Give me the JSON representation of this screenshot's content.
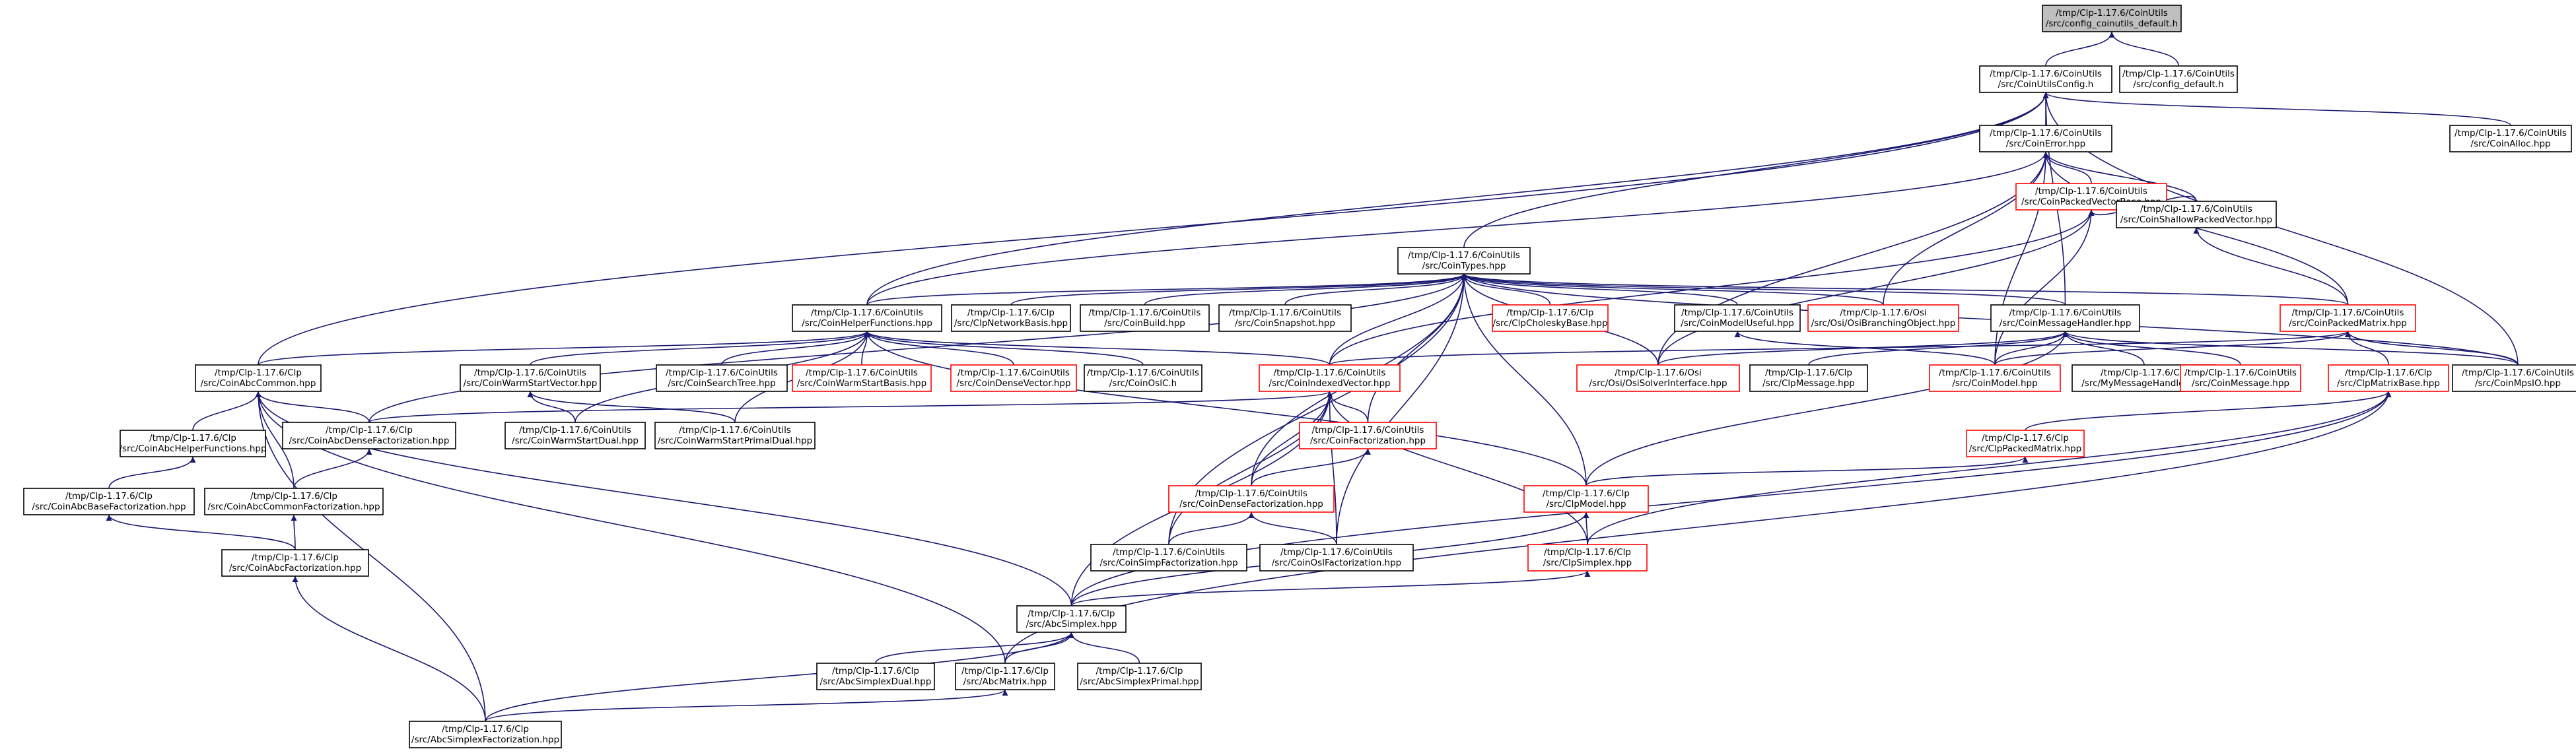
{
  "nodes": [
    {
      "id": "config_default",
      "lines": [
        "/tmp/Clp-1.17.6/CoinUtils",
        "/src/config_coinutils_default.h"
      ],
      "highlight": true,
      "red": false
    },
    {
      "id": "CoinUtilsConfig",
      "lines": [
        "/tmp/Clp-1.17.6/CoinUtils",
        "/src/CoinUtilsConfig.h"
      ],
      "highlight": false,
      "red": false
    },
    {
      "id": "config_default_h",
      "lines": [
        "/tmp/Clp-1.17.6/CoinUtils",
        "/src/config_default.h"
      ],
      "highlight": false,
      "red": false
    },
    {
      "id": "CoinError",
      "lines": [
        "/tmp/Clp-1.17.6/CoinUtils",
        "/src/CoinError.hpp"
      ],
      "highlight": false,
      "red": false
    },
    {
      "id": "CoinAlloc",
      "lines": [
        "/tmp/Clp-1.17.6/CoinUtils",
        "/src/CoinAlloc.hpp"
      ],
      "highlight": false,
      "red": false
    },
    {
      "id": "CoinPackedVectorBase",
      "lines": [
        "/tmp/Clp-1.17.6/CoinUtils",
        "/src/CoinPackedVectorBase.hpp"
      ],
      "highlight": false,
      "red": true
    },
    {
      "id": "CoinTypes",
      "lines": [
        "/tmp/Clp-1.17.6/CoinUtils",
        "/src/CoinTypes.hpp"
      ],
      "highlight": false,
      "red": false
    },
    {
      "id": "CoinShallowPackedVector",
      "lines": [
        "/tmp/Clp-1.17.6/CoinUtils",
        "/src/CoinShallowPackedVector.hpp"
      ],
      "highlight": false,
      "red": false
    },
    {
      "id": "CoinHelperFunctions",
      "lines": [
        "/tmp/Clp-1.17.6/CoinUtils",
        "/src/CoinHelperFunctions.hpp"
      ],
      "highlight": false,
      "red": false
    },
    {
      "id": "ClpNetworkBasis",
      "lines": [
        "/tmp/Clp-1.17.6/Clp",
        "/src/ClpNetworkBasis.hpp"
      ],
      "highlight": false,
      "red": false
    },
    {
      "id": "CoinBuild",
      "lines": [
        "/tmp/Clp-1.17.6/CoinUtils",
        "/src/CoinBuild.hpp"
      ],
      "highlight": false,
      "red": false
    },
    {
      "id": "CoinSnapshot",
      "lines": [
        "/tmp/Clp-1.17.6/CoinUtils",
        "/src/CoinSnapshot.hpp"
      ],
      "highlight": false,
      "red": false
    },
    {
      "id": "ClpCholeskyBase",
      "lines": [
        "/tmp/Clp-1.17.6/Clp",
        "/src/ClpCholeskyBase.hpp"
      ],
      "highlight": false,
      "red": true
    },
    {
      "id": "CoinModelUseful",
      "lines": [
        "/tmp/Clp-1.17.6/CoinUtils",
        "/src/CoinModelUseful.hpp"
      ],
      "highlight": false,
      "red": false
    },
    {
      "id": "OsiBranchingObject",
      "lines": [
        "/tmp/Clp-1.17.6/Osi",
        "/src/Osi/OsiBranchingObject.hpp"
      ],
      "highlight": false,
      "red": true
    },
    {
      "id": "CoinMessageHandler",
      "lines": [
        "/tmp/Clp-1.17.6/CoinUtils",
        "/src/CoinMessageHandler.hpp"
      ],
      "highlight": false,
      "red": false
    },
    {
      "id": "CoinPackedMatrix",
      "lines": [
        "/tmp/Clp-1.17.6/CoinUtils",
        "/src/CoinPackedMatrix.hpp"
      ],
      "highlight": false,
      "red": true
    },
    {
      "id": "CoinAbcCommon",
      "lines": [
        "/tmp/Clp-1.17.6/Clp",
        "/src/CoinAbcCommon.hpp"
      ],
      "highlight": false,
      "red": false
    },
    {
      "id": "CoinWarmStartVector",
      "lines": [
        "/tmp/Clp-1.17.6/CoinUtils",
        "/src/CoinWarmStartVector.hpp"
      ],
      "highlight": false,
      "red": false
    },
    {
      "id": "CoinSearchTree",
      "lines": [
        "/tmp/Clp-1.17.6/CoinUtils",
        "/src/CoinSearchTree.hpp"
      ],
      "highlight": false,
      "red": false
    },
    {
      "id": "CoinWarmStartBasis",
      "lines": [
        "/tmp/Clp-1.17.6/CoinUtils",
        "/src/CoinWarmStartBasis.hpp"
      ],
      "highlight": false,
      "red": true
    },
    {
      "id": "CoinDenseVector",
      "lines": [
        "/tmp/Clp-1.17.6/CoinUtils",
        "/src/CoinDenseVector.hpp"
      ],
      "highlight": false,
      "red": true
    },
    {
      "id": "CoinOslC",
      "lines": [
        "/tmp/Clp-1.17.6/CoinUtils",
        "/src/CoinOslC.h"
      ],
      "highlight": false,
      "red": false
    },
    {
      "id": "CoinIndexedVector",
      "lines": [
        "/tmp/Clp-1.17.6/CoinUtils",
        "/src/CoinIndexedVector.hpp"
      ],
      "highlight": false,
      "red": true
    },
    {
      "id": "OsiSolverInterface",
      "lines": [
        "/tmp/Clp-1.17.6/Osi",
        "/src/Osi/OsiSolverInterface.hpp"
      ],
      "highlight": false,
      "red": true
    },
    {
      "id": "ClpMessage",
      "lines": [
        "/tmp/Clp-1.17.6/Clp",
        "/src/ClpMessage.hpp"
      ],
      "highlight": false,
      "red": false
    },
    {
      "id": "CoinModel",
      "lines": [
        "/tmp/Clp-1.17.6/CoinUtils",
        "/src/CoinModel.hpp"
      ],
      "highlight": false,
      "red": true
    },
    {
      "id": "MyMessageHandler",
      "lines": [
        "/tmp/Clp-1.17.6/Clp",
        "/src/MyMessageHandler.hpp"
      ],
      "highlight": false,
      "red": false
    },
    {
      "id": "CoinMessage",
      "lines": [
        "/tmp/Clp-1.17.6/CoinUtils",
        "/src/CoinMessage.hpp"
      ],
      "highlight": false,
      "red": true
    },
    {
      "id": "ClpMatrixBase",
      "lines": [
        "/tmp/Clp-1.17.6/Clp",
        "/src/ClpMatrixBase.hpp"
      ],
      "highlight": false,
      "red": true
    },
    {
      "id": "CoinMpsIO",
      "lines": [
        "/tmp/Clp-1.17.6/CoinUtils",
        "/src/CoinMpsIO.hpp"
      ],
      "highlight": false,
      "red": false
    },
    {
      "id": "CoinAbcHelperFunctions",
      "lines": [
        "/tmp/Clp-1.17.6/Clp",
        "/src/CoinAbcHelperFunctions.hpp"
      ],
      "highlight": false,
      "red": false
    },
    {
      "id": "CoinAbcDenseFactorization",
      "lines": [
        "/tmp/Clp-1.17.6/Clp",
        "/src/CoinAbcDenseFactorization.hpp"
      ],
      "highlight": false,
      "red": false
    },
    {
      "id": "CoinWarmStartDual",
      "lines": [
        "/tmp/Clp-1.17.6/CoinUtils",
        "/src/CoinWarmStartDual.hpp"
      ],
      "highlight": false,
      "red": false
    },
    {
      "id": "CoinWarmStartPrimalDual",
      "lines": [
        "/tmp/Clp-1.17.6/CoinUtils",
        "/src/CoinWarmStartPrimalDual.hpp"
      ],
      "highlight": false,
      "red": false
    },
    {
      "id": "CoinFactorization",
      "lines": [
        "/tmp/Clp-1.17.6/CoinUtils",
        "/src/CoinFactorization.hpp"
      ],
      "highlight": false,
      "red": true
    },
    {
      "id": "ClpPackedMatrix",
      "lines": [
        "/tmp/Clp-1.17.6/Clp",
        "/src/ClpPackedMatrix.hpp"
      ],
      "highlight": false,
      "red": true
    },
    {
      "id": "CoinAbcBaseFactorization",
      "lines": [
        "/tmp/Clp-1.17.6/Clp",
        "/src/CoinAbcBaseFactorization.hpp"
      ],
      "highlight": false,
      "red": false
    },
    {
      "id": "CoinAbcCommonFactorization",
      "lines": [
        "/tmp/Clp-1.17.6/Clp",
        "/src/CoinAbcCommonFactorization.hpp"
      ],
      "highlight": false,
      "red": false
    },
    {
      "id": "CoinDenseFactorization",
      "lines": [
        "/tmp/Clp-1.17.6/CoinUtils",
        "/src/CoinDenseFactorization.hpp"
      ],
      "highlight": false,
      "red": true
    },
    {
      "id": "ClpModel",
      "lines": [
        "/tmp/Clp-1.17.6/Clp",
        "/src/ClpModel.hpp"
      ],
      "highlight": false,
      "red": true
    },
    {
      "id": "CoinAbcFactorization",
      "lines": [
        "/tmp/Clp-1.17.6/Clp",
        "/src/CoinAbcFactorization.hpp"
      ],
      "highlight": false,
      "red": false
    },
    {
      "id": "CoinSimpFactorization",
      "lines": [
        "/tmp/Clp-1.17.6/CoinUtils",
        "/src/CoinSimpFactorization.hpp"
      ],
      "highlight": false,
      "red": false
    },
    {
      "id": "CoinOslFactorization",
      "lines": [
        "/tmp/Clp-1.17.6/CoinUtils",
        "/src/CoinOslFactorization.hpp"
      ],
      "highlight": false,
      "red": false
    },
    {
      "id": "ClpSimplex",
      "lines": [
        "/tmp/Clp-1.17.6/Clp",
        "/src/ClpSimplex.hpp"
      ],
      "highlight": false,
      "red": true
    },
    {
      "id": "AbcSimplex",
      "lines": [
        "/tmp/Clp-1.17.6/Clp",
        "/src/AbcSimplex.hpp"
      ],
      "highlight": false,
      "red": false
    },
    {
      "id": "AbcSimplexDual",
      "lines": [
        "/tmp/Clp-1.17.6/Clp",
        "/src/AbcSimplexDual.hpp"
      ],
      "highlight": false,
      "red": false
    },
    {
      "id": "AbcMatrix",
      "lines": [
        "/tmp/Clp-1.17.6/Clp",
        "/src/AbcMatrix.hpp"
      ],
      "highlight": false,
      "red": false
    },
    {
      "id": "AbcSimplexPrimal",
      "lines": [
        "/tmp/Clp-1.17.6/Clp",
        "/src/AbcSimplexPrimal.hpp"
      ],
      "highlight": false,
      "red": false
    },
    {
      "id": "AbcSimplexFactorization",
      "lines": [
        "/tmp/Clp-1.17.6/Clp",
        "/src/AbcSimplexFactorization.hpp"
      ],
      "highlight": false,
      "red": false
    }
  ],
  "edges": [
    [
      "config_default",
      "CoinUtilsConfig"
    ],
    [
      "config_default",
      "config_default_h"
    ],
    [
      "CoinUtilsConfig",
      "CoinError"
    ],
    [
      "CoinUtilsConfig",
      "CoinAlloc"
    ],
    [
      "CoinUtilsConfig",
      "CoinTypes"
    ],
    [
      "CoinUtilsConfig",
      "CoinHelperFunctions"
    ],
    [
      "CoinUtilsConfig",
      "CoinAbcCommon"
    ],
    [
      "CoinUtilsConfig",
      "CoinMessageHandler"
    ],
    [
      "CoinUtilsConfig",
      "CoinMpsIO"
    ],
    [
      "CoinError",
      "CoinPackedVectorBase"
    ],
    [
      "CoinError",
      "CoinShallowPackedVector"
    ],
    [
      "CoinError",
      "CoinHelperFunctions"
    ],
    [
      "CoinError",
      "OsiBranchingObject"
    ],
    [
      "CoinError",
      "CoinPackedMatrix"
    ],
    [
      "CoinError",
      "OsiSolverInterface"
    ],
    [
      "CoinError",
      "CoinModel"
    ],
    [
      "CoinPackedVectorBase",
      "CoinShallowPackedVector"
    ],
    [
      "CoinPackedVectorBase",
      "CoinIndexedVector"
    ],
    [
      "CoinPackedVectorBase",
      "OsiSolverInterface"
    ],
    [
      "CoinPackedVectorBase",
      "CoinModel"
    ],
    [
      "CoinShallowPackedVector",
      "CoinPackedMatrix"
    ],
    [
      "CoinTypes",
      "CoinHelperFunctions"
    ],
    [
      "CoinTypes",
      "ClpNetworkBasis"
    ],
    [
      "CoinTypes",
      "CoinBuild"
    ],
    [
      "CoinTypes",
      "CoinSnapshot"
    ],
    [
      "CoinTypes",
      "ClpCholeskyBase"
    ],
    [
      "CoinTypes",
      "CoinModelUseful"
    ],
    [
      "CoinTypes",
      "OsiBranchingObject"
    ],
    [
      "CoinTypes",
      "CoinMessageHandler"
    ],
    [
      "CoinTypes",
      "CoinPackedMatrix"
    ],
    [
      "CoinTypes",
      "CoinIndexedVector"
    ],
    [
      "CoinTypes",
      "OsiSolverInterface"
    ],
    [
      "CoinTypes",
      "CoinFactorization"
    ],
    [
      "CoinTypes",
      "ClpModel"
    ],
    [
      "CoinTypes",
      "CoinDenseFactorization"
    ],
    [
      "CoinTypes",
      "CoinOslFactorization"
    ],
    [
      "CoinTypes",
      "CoinSimpFactorization"
    ],
    [
      "CoinTypes",
      "CoinAbcDenseFactorization"
    ],
    [
      "CoinTypes",
      "CoinMpsIO"
    ],
    [
      "CoinHelperFunctions",
      "CoinAbcCommon"
    ],
    [
      "CoinHelperFunctions",
      "CoinWarmStartVector"
    ],
    [
      "CoinHelperFunctions",
      "CoinSearchTree"
    ],
    [
      "CoinHelperFunctions",
      "CoinWarmStartBasis"
    ],
    [
      "CoinHelperFunctions",
      "CoinDenseVector"
    ],
    [
      "CoinHelperFunctions",
      "CoinOslC"
    ],
    [
      "CoinHelperFunctions",
      "CoinIndexedVector"
    ],
    [
      "CoinHelperFunctions",
      "CoinWarmStartDual"
    ],
    [
      "CoinHelperFunctions",
      "CoinWarmStartPrimalDual"
    ],
    [
      "CoinHelperFunctions",
      "ClpModel"
    ],
    [
      "CoinModelUseful",
      "CoinModel"
    ],
    [
      "CoinMessageHandler",
      "OsiSolverInterface"
    ],
    [
      "CoinMessageHandler",
      "ClpMessage"
    ],
    [
      "CoinMessageHandler",
      "CoinModel"
    ],
    [
      "CoinMessageHandler",
      "MyMessageHandler"
    ],
    [
      "CoinMessageHandler",
      "CoinMessage"
    ],
    [
      "CoinMessageHandler",
      "CoinMpsIO"
    ],
    [
      "CoinMessageHandler",
      "ClpModel"
    ],
    [
      "CoinPackedMatrix",
      "CoinIndexedVector"
    ],
    [
      "CoinPackedMatrix",
      "ClpMatrixBase"
    ],
    [
      "CoinPackedMatrix",
      "CoinMpsIO"
    ],
    [
      "CoinPackedMatrix",
      "CoinModel"
    ],
    [
      "CoinAbcCommon",
      "CoinAbcHelperFunctions"
    ],
    [
      "CoinAbcCommon",
      "CoinAbcDenseFactorization"
    ],
    [
      "CoinAbcCommon",
      "CoinAbcCommonFactorization"
    ],
    [
      "CoinAbcCommon",
      "AbcSimplex"
    ],
    [
      "CoinAbcCommon",
      "AbcMatrix"
    ],
    [
      "CoinAbcCommon",
      "AbcSimplexFactorization"
    ],
    [
      "CoinWarmStartVector",
      "CoinWarmStartDual"
    ],
    [
      "CoinWarmStartVector",
      "CoinWarmStartPrimalDual"
    ],
    [
      "CoinIndexedVector",
      "CoinAbcDenseFactorization"
    ],
    [
      "CoinIndexedVector",
      "CoinFactorization"
    ],
    [
      "CoinIndexedVector",
      "CoinDenseFactorization"
    ],
    [
      "CoinIndexedVector",
      "CoinSimpFactorization"
    ],
    [
      "CoinIndexedVector",
      "CoinOslFactorization"
    ],
    [
      "CoinIndexedVector",
      "ClpSimplex"
    ],
    [
      "CoinIndexedVector",
      "AbcSimplex"
    ],
    [
      "ClpMatrixBase",
      "ClpPackedMatrix"
    ],
    [
      "ClpMatrixBase",
      "ClpSimplex"
    ],
    [
      "ClpMatrixBase",
      "AbcSimplex"
    ],
    [
      "ClpMatrixBase",
      "AbcMatrix"
    ],
    [
      "ClpPackedMatrix",
      "ClpModel"
    ],
    [
      "CoinAbcHelperFunctions",
      "CoinAbcBaseFactorization"
    ],
    [
      "CoinAbcDenseFactorization",
      "CoinAbcCommonFactorization"
    ],
    [
      "CoinAbcBaseFactorization",
      "CoinAbcFactorization"
    ],
    [
      "CoinAbcCommonFactorization",
      "CoinAbcFactorization"
    ],
    [
      "CoinAbcFactorization",
      "AbcSimplexFactorization"
    ],
    [
      "CoinFactorization",
      "CoinDenseFactorization"
    ],
    [
      "CoinDenseFactorization",
      "CoinSimpFactorization"
    ],
    [
      "CoinDenseFactorization",
      "CoinOslFactorization"
    ],
    [
      "ClpModel",
      "ClpSimplex"
    ],
    [
      "ClpModel",
      "AbcSimplex"
    ],
    [
      "ClpSimplex",
      "AbcSimplex"
    ],
    [
      "AbcSimplex",
      "AbcSimplexDual"
    ],
    [
      "AbcSimplex",
      "AbcMatrix"
    ],
    [
      "AbcSimplex",
      "AbcSimplexPrimal"
    ],
    [
      "AbcSimplex",
      "AbcSimplexFactorization"
    ],
    [
      "AbcMatrix",
      "AbcSimplexFactorization"
    ]
  ]
}
